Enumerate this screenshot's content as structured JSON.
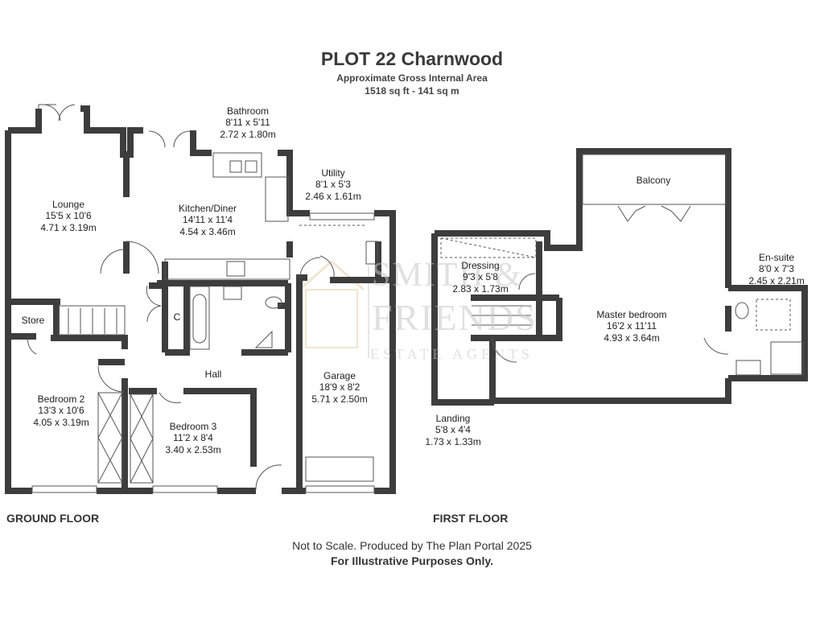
{
  "header": {
    "title": "PLOT 22 Charnwood",
    "subtitle": "Approximate Gross Internal Area",
    "area": "1518 sq ft - 141 sq m"
  },
  "rooms": {
    "bathroom": {
      "name": "Bathroom",
      "imperial": "8'11 x 5'11",
      "metric": "2.72 x 1.80m"
    },
    "utility": {
      "name": "Utility",
      "imperial": "8'1 x 5'3",
      "metric": "2.46 x 1.61m"
    },
    "lounge": {
      "name": "Lounge",
      "imperial": "15'5 x 10'6",
      "metric": "4.71 x 3.19m"
    },
    "kitchen": {
      "name": "Kitchen/Diner",
      "imperial": "14'11 x 11'4",
      "metric": "4.54 x 3.46m"
    },
    "store": {
      "name": "Store"
    },
    "cupboard": {
      "name": "C"
    },
    "hall": {
      "name": "Hall"
    },
    "bedroom2": {
      "name": "Bedroom 2",
      "imperial": "13'3 x 10'6",
      "metric": "4.05 x 3.19m"
    },
    "bedroom3": {
      "name": "Bedroom 3",
      "imperial": "11'2 x 8'4",
      "metric": "3.40 x 2.53m"
    },
    "garage": {
      "name": "Garage",
      "imperial": "18'9 x 8'2",
      "metric": "5.71 x 2.50m"
    },
    "balcony": {
      "name": "Balcony"
    },
    "dressing": {
      "name": "Dressing",
      "imperial": "9'3 x 5'8",
      "metric": "2.83 x 1.73m"
    },
    "master": {
      "name": "Master bedroom",
      "imperial": "16'2 x 11'11",
      "metric": "4.93 x 3.64m"
    },
    "ensuite": {
      "name": "En-suite",
      "imperial": "8'0 x 7'3",
      "metric": "2.45 x 2.21m"
    },
    "landing": {
      "name": "Landing",
      "imperial": "5'8 x 4'4",
      "metric": "1.73 x 1.33m"
    }
  },
  "floors": {
    "ground": "GROUND FLOOR",
    "first": "FIRST FLOOR"
  },
  "watermark": {
    "line1": "SMITH &",
    "line2": "FRIENDS",
    "line3": "ESTATE AGENTS"
  },
  "footer": {
    "note": "Not to Scale. Produced by The Plan Portal 2025",
    "disclaimer": "For Illustrative Purposes Only."
  },
  "colors": {
    "wall": "#3d3d3d",
    "text": "#333333",
    "watermark_gold": "#e6c79a"
  }
}
